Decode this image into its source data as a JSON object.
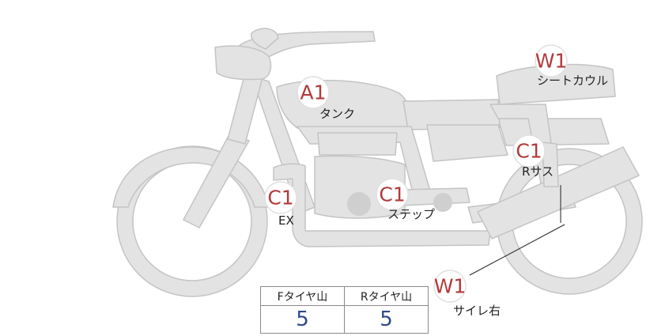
{
  "badges": [
    {
      "code": "A1",
      "label": "タンク"
    },
    {
      "code": "W1",
      "label": "シートカウル"
    },
    {
      "code": "C1",
      "label": "Rサス"
    },
    {
      "code": "C1",
      "label": "EX"
    },
    {
      "code": "C1",
      "label": "ステップ"
    },
    {
      "code": "W1",
      "label": "サイレ右"
    }
  ],
  "tread_table": {
    "headers": [
      "Fタイヤ山",
      "Rタイヤ山"
    ],
    "values": [
      "5",
      "5"
    ]
  },
  "colors": {
    "body_fill": "#e3e3e3",
    "body_stroke": "#c4c4c4",
    "badge_code": "#b23a3a",
    "table_value": "#2f4a8a"
  }
}
